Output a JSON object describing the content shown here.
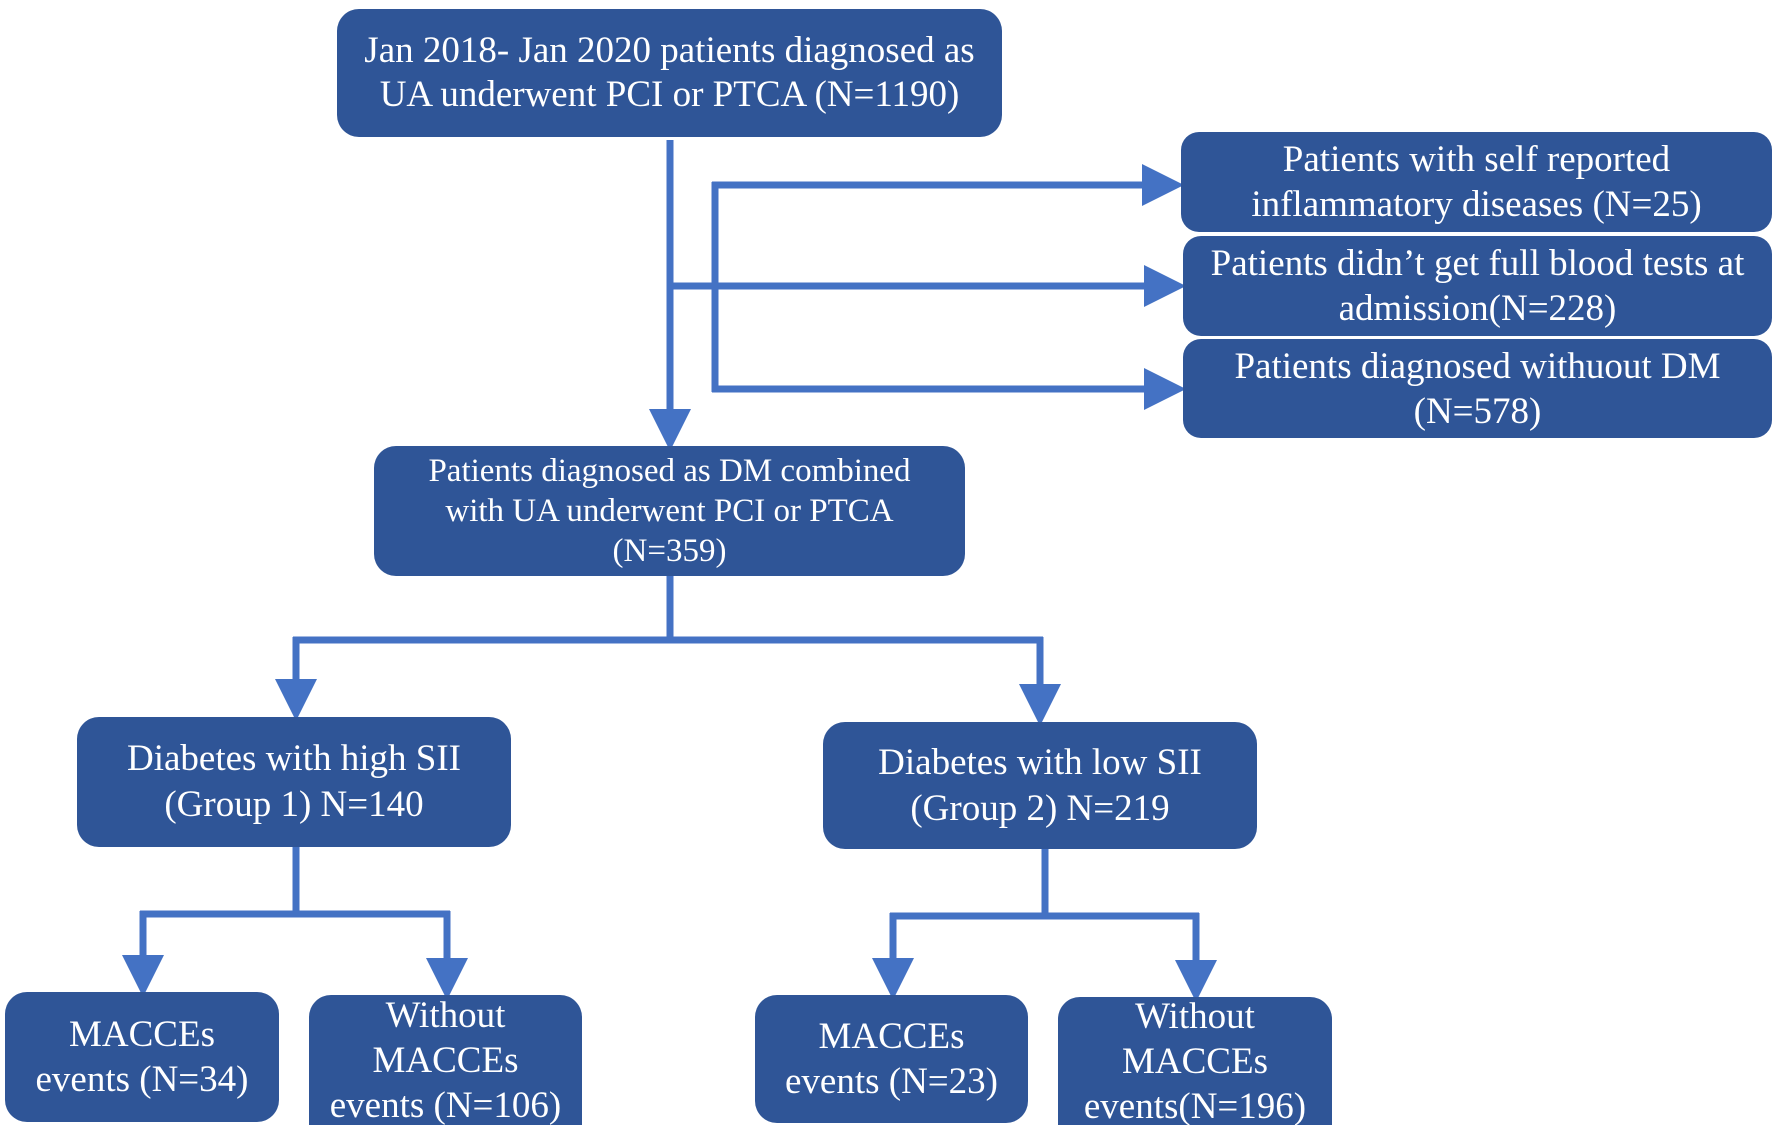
{
  "diagram": {
    "type": "patient-flowchart",
    "line_color": "#4472c4",
    "box_color": "#2f5597",
    "text_color": "#ffffff",
    "top": {
      "lines": [
        "Jan 2018- Jan 2020 patients diagnosed as",
        "UA underwent PCI or PTCA (N=1190)"
      ],
      "n": 1190
    },
    "exclusions": [
      {
        "lines": [
          "Patients with self reported",
          "inflammatory diseases (N=25)"
        ],
        "n": 25
      },
      {
        "lines": [
          "Patients didn’t get full blood tests at",
          "admission(N=228)"
        ],
        "n": 228
      },
      {
        "lines": [
          "Patients diagnosed withuout DM",
          "(N=578)"
        ],
        "n": 578
      }
    ],
    "included": {
      "lines": [
        "Patients diagnosed as DM combined",
        "with UA underwent PCI or PTCA",
        "(N=359)"
      ],
      "n": 359
    },
    "groups": [
      {
        "lines": [
          "Diabetes with high SII",
          "(Group 1) N=140"
        ],
        "n": 140,
        "outcomes": [
          {
            "lines": [
              "MACCEs",
              "events (N=34)"
            ],
            "n": 34
          },
          {
            "lines": [
              "Without",
              "MACCEs",
              "events (N=106)"
            ],
            "n": 106
          }
        ]
      },
      {
        "lines": [
          "Diabetes with low SII",
          "(Group 2) N=219"
        ],
        "n": 219,
        "outcomes": [
          {
            "lines": [
              "MACCEs",
              "events (N=23)"
            ],
            "n": 23
          },
          {
            "lines": [
              "Without",
              "MACCEs",
              "events(N=196)"
            ],
            "n": 196
          }
        ]
      }
    ]
  }
}
